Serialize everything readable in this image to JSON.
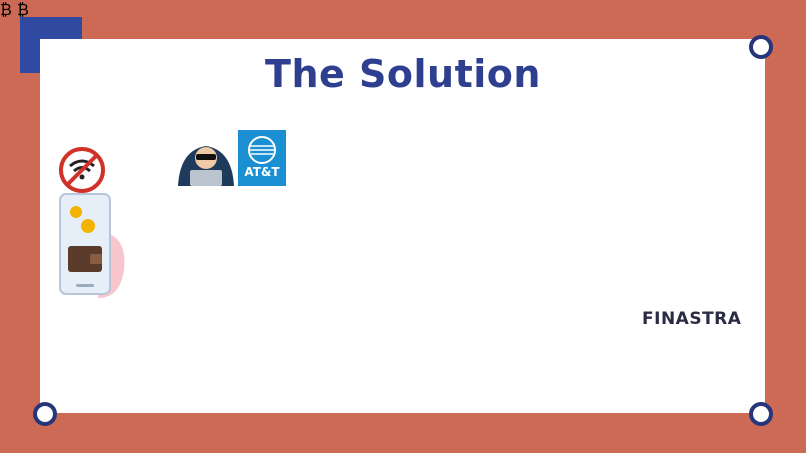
{
  "title": "The Solution",
  "labels": {
    "att": "AT&T",
    "finastra": "FINASTRA"
  },
  "icons": [
    "no-wifi-icon",
    "hacker-icon",
    "att-logo-icon",
    "police-officer-icon",
    "phone-wallet-icon",
    "secure-mail-icon",
    "cloud-server-icon",
    "bitcoin-blockchain-icon",
    "finastra-logo-icon"
  ],
  "colors": {
    "frame": "#cd6a55",
    "accent": "#2f4aa0",
    "arrow": "#4472c4",
    "title": "#2f3f8f"
  }
}
